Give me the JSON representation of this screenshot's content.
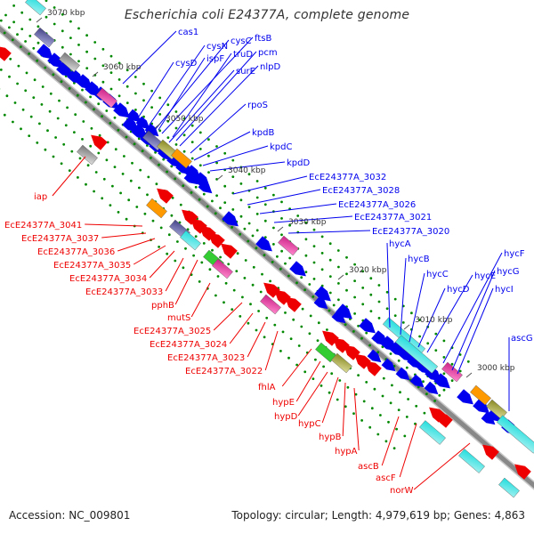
{
  "header": {
    "title": "Escherichia coli E24377A, complete genome"
  },
  "footer": {
    "accession": "Accession: NC_009801",
    "topology": "Topology: circular; Length: 4,979,619 bp; Genes: 4,863"
  },
  "colors": {
    "forward_label": "#0000ee",
    "reverse_label": "#ee0000",
    "backbone": "#888888",
    "tick": "#008800",
    "cds_forward": "#0000ee",
    "cds_reverse": "#ee0000"
  },
  "axis": {
    "unit": "kbp",
    "ticks": [
      "3070 kbp",
      "3060 kbp",
      "3050 kbp",
      "3040 kbp",
      "3030 kbp",
      "3020 kbp",
      "3010 kbp",
      "3000 kbp"
    ]
  },
  "forward_genes": [
    "cas1",
    "cysD",
    "cysN",
    "cysC",
    "ftsB",
    "ispF",
    "truD",
    "pcm",
    "surE",
    "nlpD",
    "rpoS",
    "kpdB",
    "kpdC",
    "kpdD",
    "EcE24377A_3032",
    "EcE24377A_3028",
    "EcE24377A_3026",
    "EcE24377A_3021",
    "EcE24377A_3020",
    "hycA",
    "hycB",
    "hycC",
    "hycD",
    "hycE",
    "hycF",
    "hycG",
    "hycI",
    "ascG"
  ],
  "reverse_genes": [
    "iap",
    "EcE24377A_3041",
    "EcE24377A_3037",
    "EcE24377A_3036",
    "EcE24377A_3035",
    "EcE24377A_3034",
    "EcE24377A_3033",
    "pphB",
    "mutS",
    "EcE24377A_3025",
    "EcE24377A_3024",
    "EcE24377A_3023",
    "EcE24377A_3022",
    "fhlA",
    "hypE",
    "hypD",
    "hypC",
    "hypB",
    "hypA",
    "ascB",
    "ascF",
    "norW"
  ]
}
